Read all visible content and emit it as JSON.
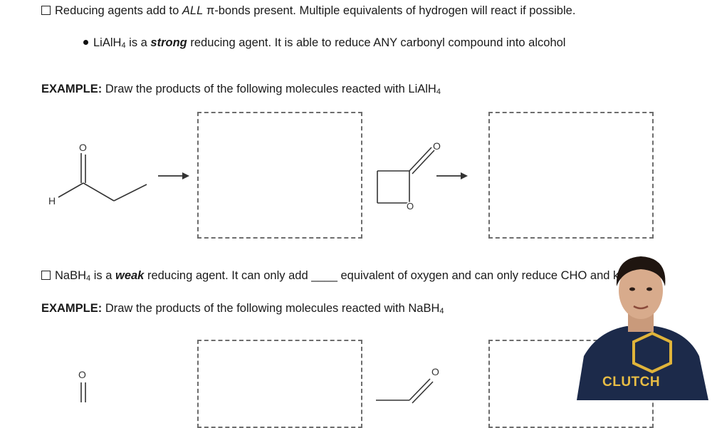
{
  "line1": {
    "pre": "Reducing agents add to ",
    "italic": "ALL",
    "post": " π-bonds present. Multiple equivalents of hydrogen will react if possible."
  },
  "line2": {
    "reagent_main": "LiAlH",
    "reagent_sub": "4",
    "is_a": " is a ",
    "strength": "strong",
    "rest": " reducing agent. It is able to reduce ANY carbonyl compound into alcohol"
  },
  "example1": {
    "label": "EXAMPLE:",
    "text": " Draw the products of the following molecules reacted with LiAlH",
    "sub": "4"
  },
  "line3": {
    "reagent_main": "NaBH",
    "reagent_sub": "4",
    "is_a": " is a ",
    "strength": "weak",
    "mid": " reducing agent. It can only add ",
    "blank": "____",
    "rest": " equivalent of oxygen and can only reduce CHO and keto"
  },
  "example2": {
    "label": "EXAMPLE:",
    "text": " Draw the products of the following molecules reacted with NaBH",
    "sub": "4"
  },
  "atoms": {
    "oxygen": "O",
    "hydrogen": "H"
  },
  "presenter": {
    "shirt_text": "CLUTCH"
  },
  "icons": {
    "arrow": "reaction-arrow-icon",
    "checkbox": "checkbox-icon",
    "bullet": "bullet-icon"
  }
}
